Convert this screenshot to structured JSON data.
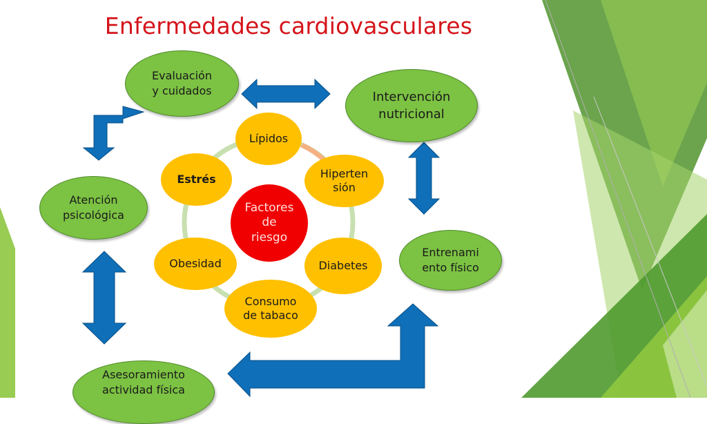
{
  "title": "Enfermedades cardiovasculares",
  "center": "Factores\nde\nriesgo",
  "risk_factors": {
    "lipidos": "Lípidos",
    "hipertension": "Hiperten\nsión",
    "diabetes": "Diabetes",
    "tabaco": "Consumo\nde tabaco",
    "obesidad": "Obesidad",
    "estres": "Estrés"
  },
  "interventions": {
    "evaluacion": "Evaluación\ny cuidados",
    "nutricional": "Intervención\nnutricional",
    "entrenamiento": "Entrenami\nento físico",
    "asesoramiento": "Asesoramiento\nactividad física",
    "psicologica": "Atención\npsicológica"
  },
  "colors": {
    "title": "#d4141a",
    "oval": "#7cc243",
    "risk_circle": "#ffc000",
    "center_circle": "#f00000",
    "arrow": "#0f6fb8",
    "ring": "#c8e0b0"
  }
}
